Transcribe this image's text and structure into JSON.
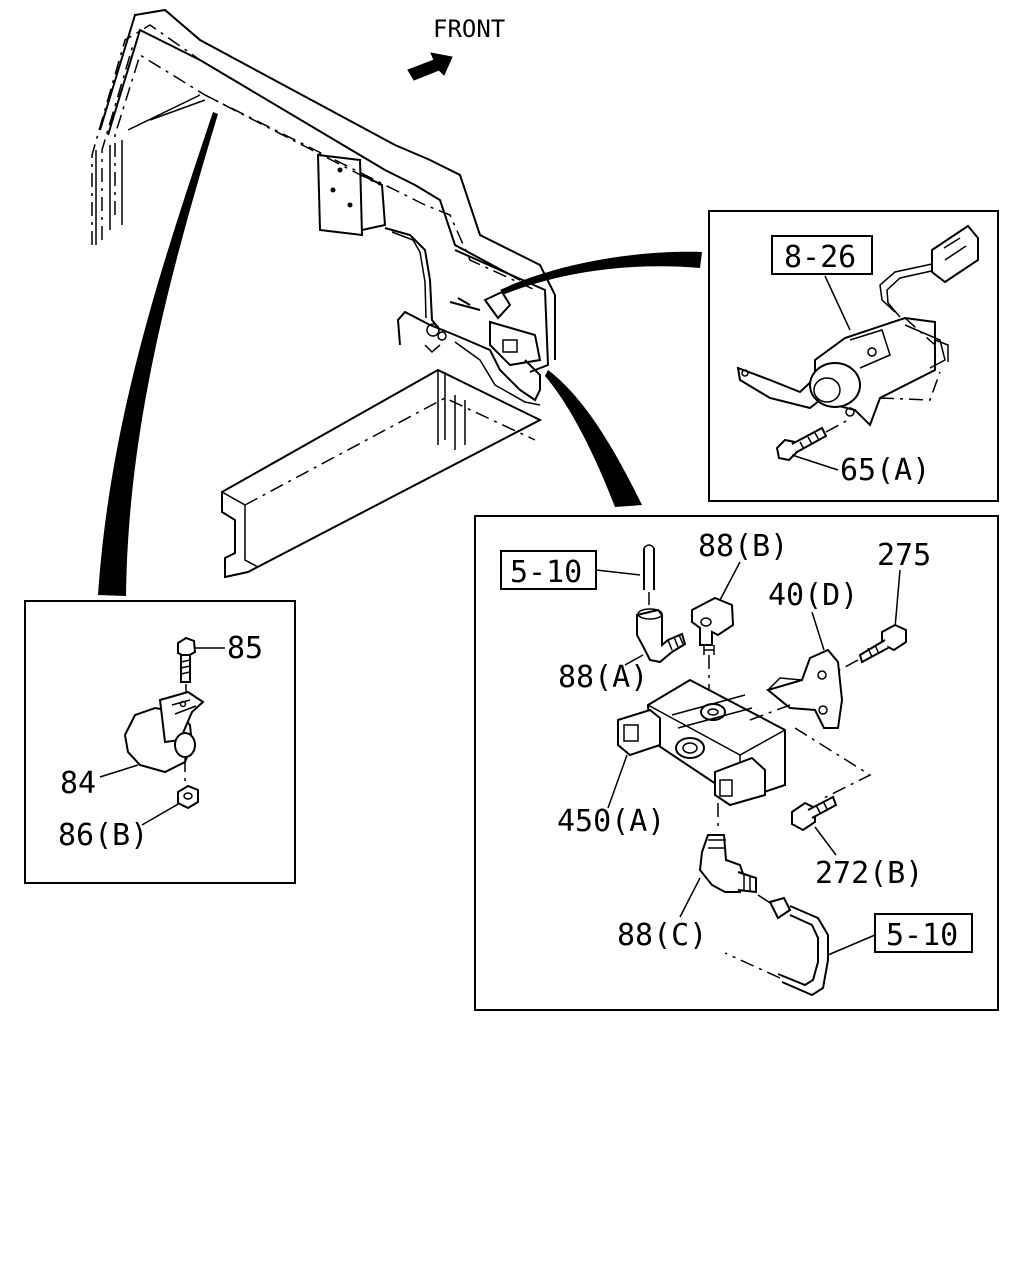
{
  "diagram": {
    "direction_label": "FRONT",
    "callouts": {
      "c_8_26": "8-26",
      "c_65a": "65(A)",
      "c_5_10_top": "5-10",
      "c_88b": "88(B)",
      "c_275": "275",
      "c_40d": "40(D)",
      "c_88a": "88(A)",
      "c_450a": "450(A)",
      "c_272b": "272(B)",
      "c_88c": "88(C)",
      "c_5_10_bottom": "5-10",
      "c_85": "85",
      "c_84": "84",
      "c_86b": "86(B)"
    }
  }
}
